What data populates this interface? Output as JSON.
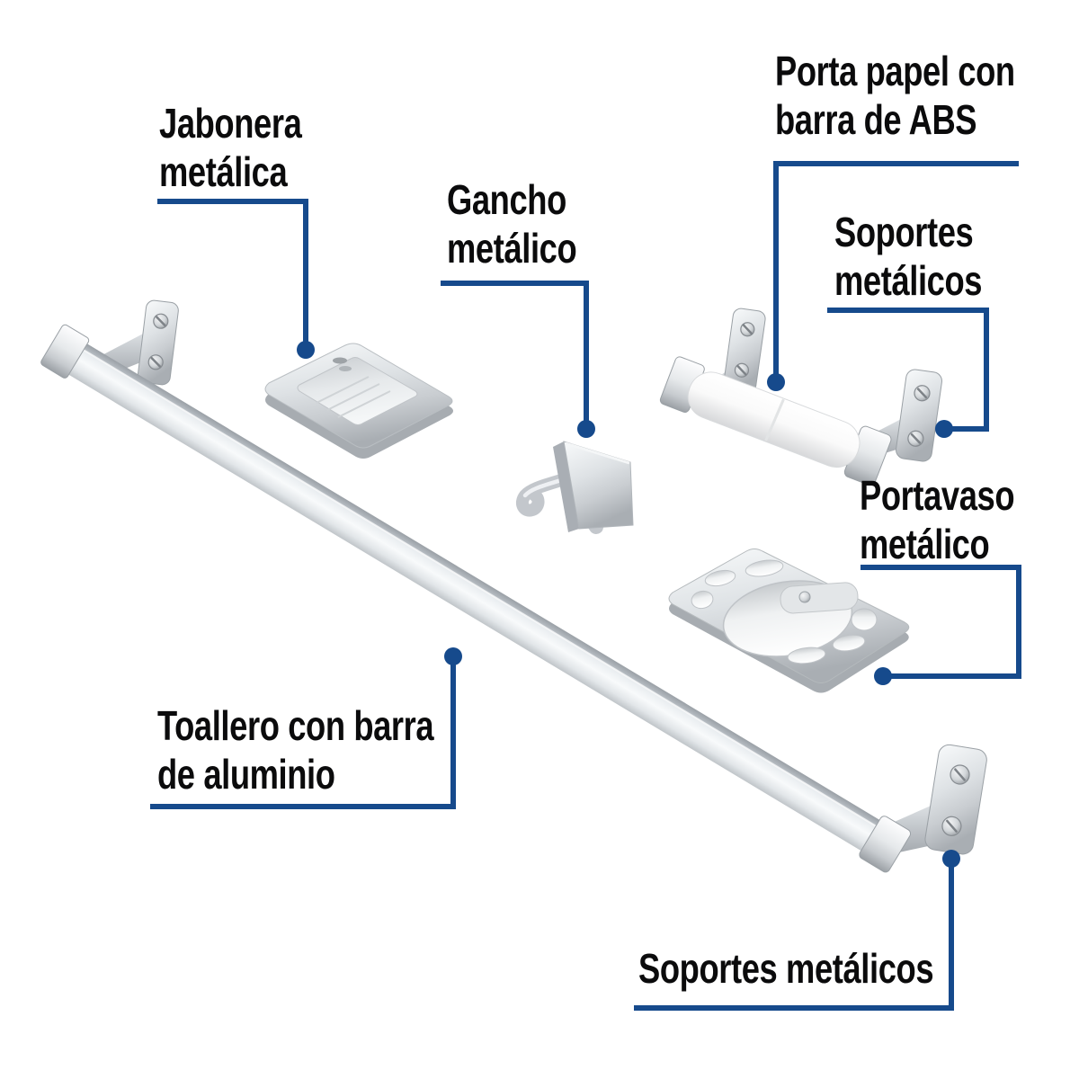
{
  "colors": {
    "accent": "#164a8c",
    "text": "#0b0b0c",
    "background": "#ffffff"
  },
  "labels": {
    "jabonera": {
      "line1": "Jabonera",
      "line2": "metálica"
    },
    "gancho": {
      "line1": "Gancho",
      "line2": "metálico"
    },
    "porta_papel": {
      "line1": "Porta papel con",
      "line2": "barra de ABS"
    },
    "soportes_arriba": {
      "line1": "Soportes",
      "line2": "metálicos"
    },
    "portavaso": {
      "line1": "Portavaso",
      "line2": "metálico"
    },
    "toallero": {
      "line1": "Toallero con barra",
      "line2": "de aluminio"
    },
    "soportes_abajo": {
      "line1": "Soportes metálicos"
    }
  }
}
